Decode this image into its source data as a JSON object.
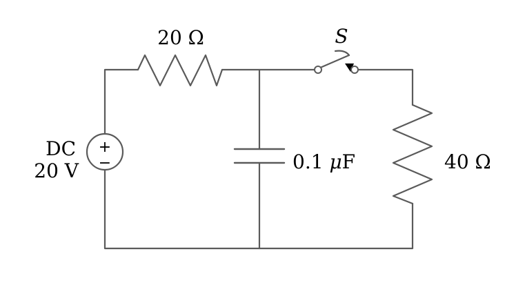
{
  "diagram": {
    "type": "circuit",
    "source": {
      "line1": "DC",
      "line2": "20 V",
      "plus": "+",
      "minus": "−"
    },
    "series_resistor": {
      "label": "20 Ω"
    },
    "capacitor": {
      "label_value": "0.1 ",
      "label_mu": "μ",
      "label_unit": "F"
    },
    "switch": {
      "label": "S"
    },
    "load_resistor": {
      "label": "40 Ω"
    }
  }
}
